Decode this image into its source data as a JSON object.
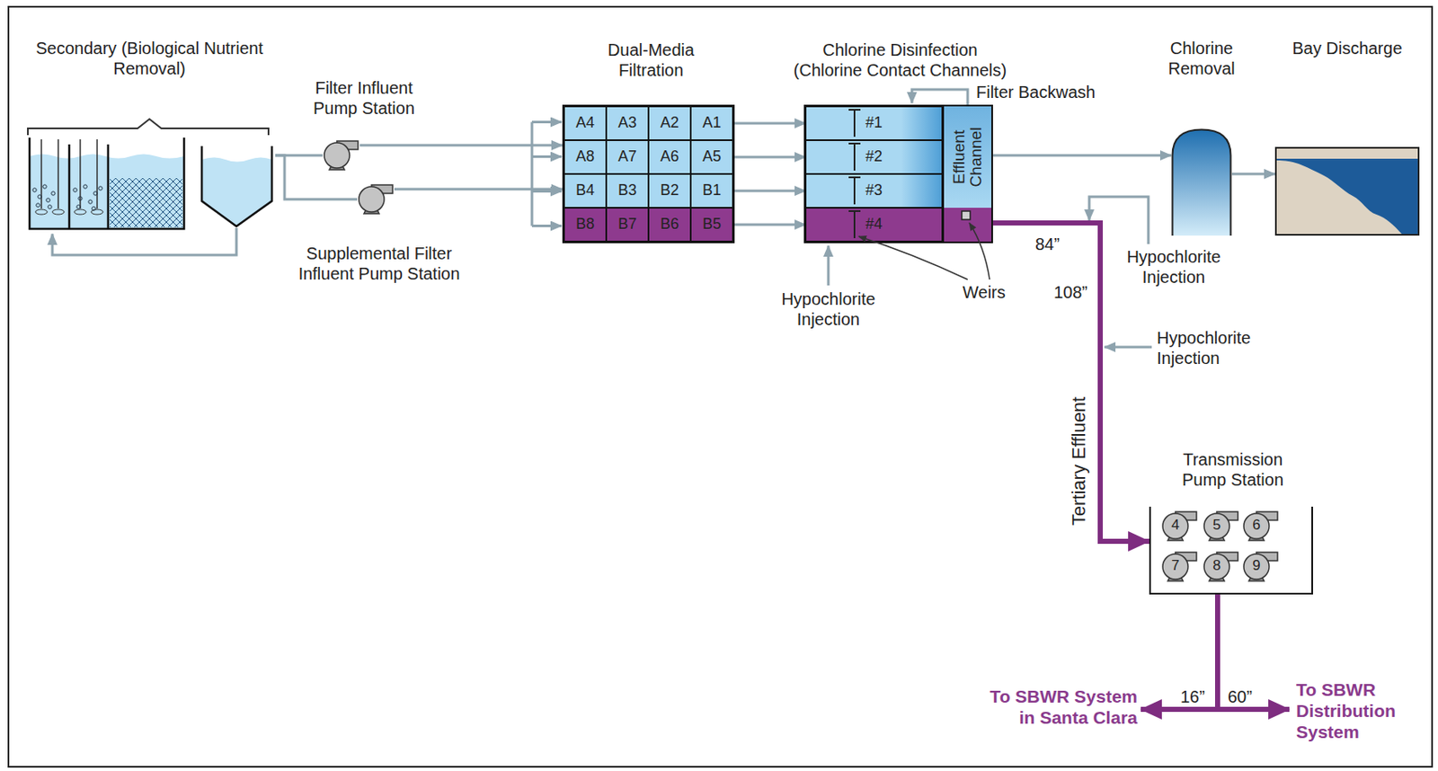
{
  "diagram": {
    "nodes": [
      {
        "text": [
          "Secondary (Biological Nutrient Removal)"
        ]
      },
      {
        "text": [
          "Filter Influent Pump Station"
        ]
      },
      {
        "text": [
          "Supplemental Filter Influent Pump Station"
        ]
      },
      {
        "text": [
          "Dual-Media Filtration"
        ]
      },
      {
        "text": [
          "A4"
        ],
        "in": 3
      },
      {
        "text": [
          "A3"
        ],
        "in": 3
      },
      {
        "text": [
          "A2"
        ],
        "in": 3
      },
      {
        "text": [
          "A1"
        ],
        "in": 3
      },
      {
        "text": [
          "A8"
        ],
        "in": 3
      },
      {
        "text": [
          "A7"
        ],
        "in": 3
      },
      {
        "text": [
          "A6"
        ],
        "in": 3
      },
      {
        "text": [
          "A5"
        ],
        "in": 3
      },
      {
        "text": [
          "B4"
        ],
        "in": 3
      },
      {
        "text": [
          "B3"
        ],
        "in": 3
      },
      {
        "text": [
          "B2"
        ],
        "in": 3
      },
      {
        "text": [
          "B1"
        ],
        "in": 3
      },
      {
        "text": [
          "B8"
        ],
        "in": 3
      },
      {
        "text": [
          "B7"
        ],
        "in": 3
      },
      {
        "text": [
          "B6"
        ],
        "in": 3
      },
      {
        "text": [
          "B5"
        ],
        "in": 3
      },
      {
        "text": [
          "Chlorine Disinfection (Chlorine Contact Channels)"
        ]
      },
      {
        "text": [
          "#1"
        ],
        "in": 20
      },
      {
        "text": [
          "#2"
        ],
        "in": 20
      },
      {
        "text": [
          "#3"
        ],
        "in": 20
      },
      {
        "text": [
          "#4"
        ],
        "in": 20
      },
      {
        "text": [
          "Effluent Channel"
        ],
        "in": 20
      },
      {
        "text": [
          "Chlorine Removal"
        ]
      },
      {
        "text": [
          "Bay Discharge"
        ]
      },
      {
        "text": [
          "Transmission Pump Station"
        ]
      },
      {
        "text": [
          "4"
        ],
        "in": 28
      },
      {
        "text": [
          "5"
        ],
        "in": 28
      },
      {
        "text": [
          "6"
        ],
        "in": 28
      },
      {
        "text": [
          "7"
        ],
        "in": 28
      },
      {
        "text": [
          "8"
        ],
        "in": 28
      },
      {
        "text": [
          "9"
        ],
        "in": 28
      },
      {
        "text": [
          "To SBWR System in Santa Clara"
        ]
      },
      {
        "text": [
          "To SBWR Distribution System"
        ]
      }
    ],
    "edges": [
      {
        "from": 0,
        "to": 1,
        "arrow": "none"
      },
      {
        "from": 0,
        "to": 2,
        "arrow": "none"
      },
      {
        "from": 1,
        "to": 3,
        "arrow": "to"
      },
      {
        "from": 2,
        "to": 3,
        "arrow": "to"
      },
      {
        "from": 7,
        "to": 21,
        "arrow": "to"
      },
      {
        "from": 11,
        "to": 22,
        "arrow": "to"
      },
      {
        "from": 15,
        "to": 23,
        "arrow": "to"
      },
      {
        "from": 19,
        "to": 24,
        "arrow": "to"
      },
      {
        "from": 25,
        "to": 26,
        "arrow": "to"
      },
      {
        "from": 26,
        "to": 27,
        "arrow": "to"
      },
      {
        "from": 25,
        "to": 28,
        "arrow": "to"
      },
      {
        "from": 28,
        "to": 35,
        "arrow": "to"
      },
      {
        "from": 28,
        "to": 36,
        "arrow": "to"
      }
    ],
    "labels": [
      "Filter Backwash",
      "Hypochlorite Injection",
      "Weirs",
      "84”",
      "108”",
      "Hypochlorite Injection",
      "Hypochlorite Injection",
      "Tertiary Effluent",
      "16”",
      "60”"
    ]
  }
}
